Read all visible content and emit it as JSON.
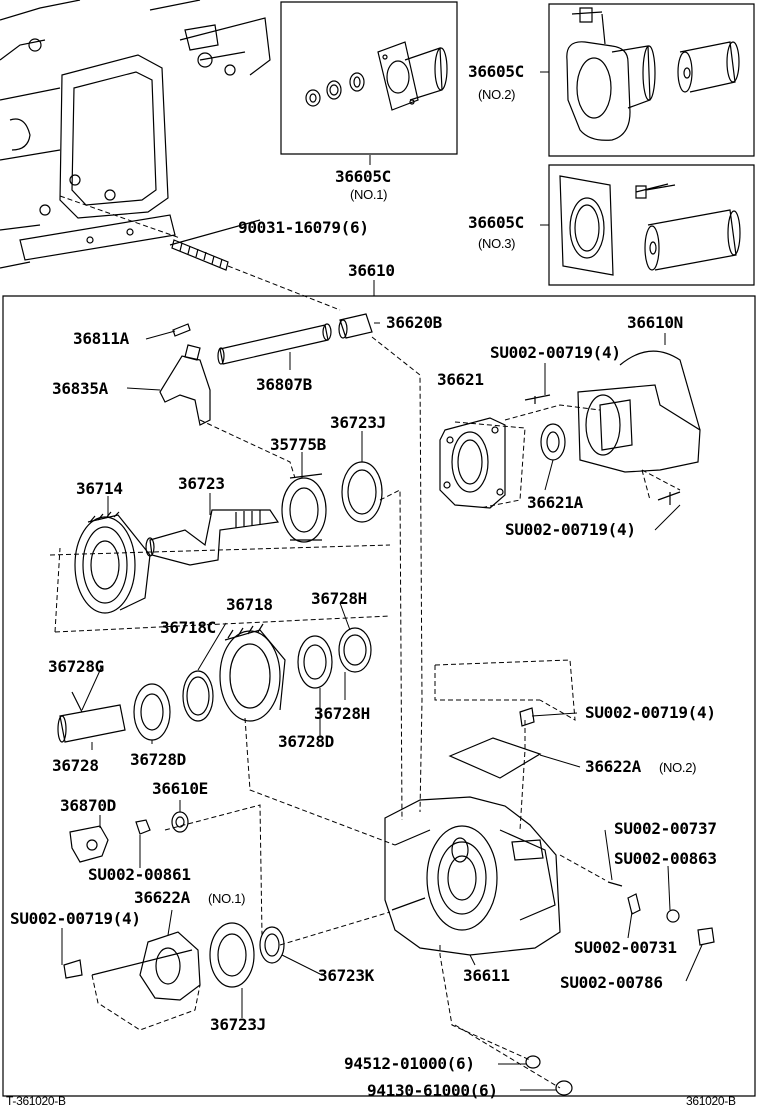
{
  "labels": {
    "p36605c_no1": "36605C",
    "no1": "(NO.1)",
    "p36605c_no2": "36605C",
    "no2": "(NO.2)",
    "p36605c_no3": "36605C",
    "no3": "(NO.3)",
    "p90031": "90031-16079(6)",
    "p36610": "36610",
    "p36811a": "36811A",
    "p36620b": "36620B",
    "p36610n": "36610N",
    "p36835a": "36835A",
    "p36807b": "36807B",
    "p36621": "36621",
    "su_top": "SU002-00719(4)",
    "p36723j_top": "36723J",
    "p35775b": "35775B",
    "p36714": "36714",
    "p36723": "36723",
    "p36621a": "36621A",
    "su_right": "SU002-00719(4)",
    "p36718": "36718",
    "p36728h_top": "36728H",
    "p36718c": "36718C",
    "p36728g": "36728G",
    "su_mid": "SU002-00719(4)",
    "p36728h_bot": "36728H",
    "p36728d_right": "36728D",
    "p36728d_left": "36728D",
    "p36728": "36728",
    "p36622a_no2": "36622A",
    "no2b": "(NO.2)",
    "p36870d": "36870D",
    "p36610e": "36610E",
    "su00737": "SU002-00737",
    "su00863": "SU002-00863",
    "su00861": "SU002-00861",
    "p36622a_no1": "36622A",
    "no1b": "(NO.1)",
    "su_left": "SU002-00719(4)",
    "su00731": "SU002-00731",
    "p36723k": "36723K",
    "p36611": "36611",
    "su00786": "SU002-00786",
    "p36723j_bot": "36723J",
    "p94512": "94512-01000(6)",
    "p94130": "94130-61000(6)"
  },
  "footer": {
    "left": "T-361020-B",
    "right": "361020-B"
  }
}
